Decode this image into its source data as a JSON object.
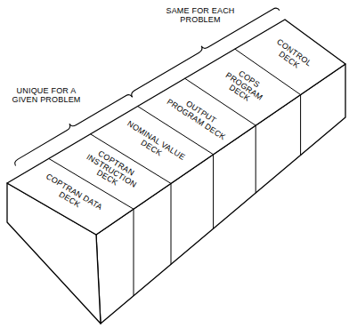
{
  "diagram": {
    "nodes": [
      {
        "text": [
          "CONTROL DECK"
        ]
      },
      {
        "text": [
          "COPS PROGRAM DECK"
        ]
      },
      {
        "text": [
          "OUTPUT PROGRAM DECK"
        ]
      },
      {
        "text": [
          "NOMINAL VALUE DECK"
        ]
      },
      {
        "text": [
          "COPTRAN INSTRUCTION DECK"
        ]
      },
      {
        "text": [
          "COPTRAN DATA DECK"
        ]
      }
    ],
    "labels": [
      "SAME FOR EACH PROBLEM",
      "UNIQUE FOR A GIVEN PROBLEM"
    ]
  }
}
